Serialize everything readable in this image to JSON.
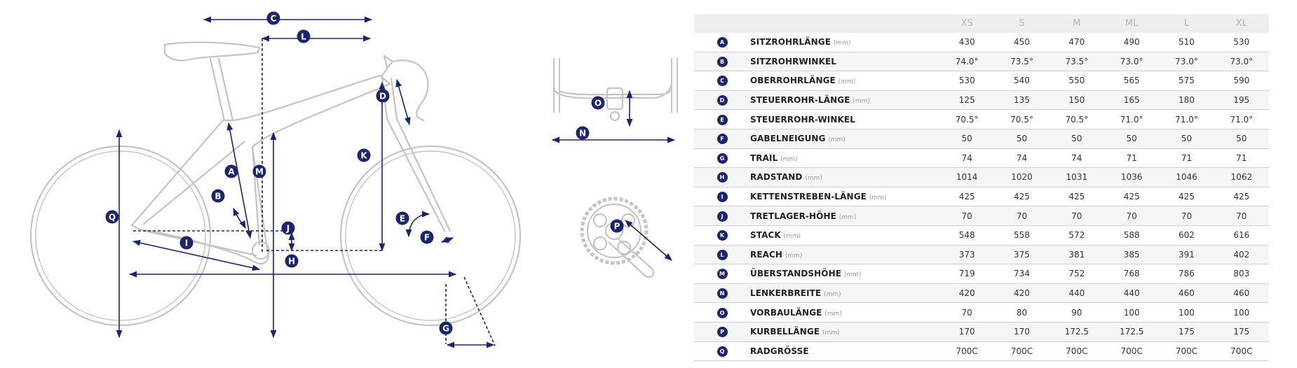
{
  "colors": {
    "accent": "#1b2470",
    "frame": "#c4c4c4",
    "header_bg": "#eeeeee"
  },
  "sizes": [
    "XS",
    "S",
    "M",
    "ML",
    "L",
    "XL"
  ],
  "rows": [
    {
      "letter": "A",
      "name": "SITZROHRLÄNGE",
      "unit": "(mm)",
      "values": [
        "430",
        "450",
        "470",
        "490",
        "510",
        "530"
      ]
    },
    {
      "letter": "B",
      "name": "SITZROHRWINKEL",
      "unit": "",
      "values": [
        "74.0°",
        "73.5°",
        "73.5°",
        "73.0°",
        "73.0°",
        "73.0°"
      ]
    },
    {
      "letter": "C",
      "name": "OBERROHRLÄNGE",
      "unit": "(mm)",
      "values": [
        "530",
        "540",
        "550",
        "565",
        "575",
        "590"
      ]
    },
    {
      "letter": "D",
      "name": "STEUERROHR-LÄNGE",
      "unit": "(mm)",
      "values": [
        "125",
        "135",
        "150",
        "165",
        "180",
        "195"
      ]
    },
    {
      "letter": "E",
      "name": "STEUERROHR-WINKEL",
      "unit": "",
      "values": [
        "70.5°",
        "70.5°",
        "70.5°",
        "71.0°",
        "71.0°",
        "71.0°"
      ]
    },
    {
      "letter": "F",
      "name": "GABELNEIGUNG",
      "unit": "(mm)",
      "values": [
        "50",
        "50",
        "50",
        "50",
        "50",
        "50"
      ]
    },
    {
      "letter": "G",
      "name": "TRAIL",
      "unit": "(mm)",
      "values": [
        "74",
        "74",
        "74",
        "71",
        "71",
        "71"
      ]
    },
    {
      "letter": "H",
      "name": "RADSTAND",
      "unit": "(mm)",
      "values": [
        "1014",
        "1020",
        "1031",
        "1036",
        "1046",
        "1062"
      ]
    },
    {
      "letter": "I",
      "name": "KETTENSTREBEN-LÄNGE",
      "unit": "(mm)",
      "values": [
        "425",
        "425",
        "425",
        "425",
        "425",
        "425"
      ]
    },
    {
      "letter": "J",
      "name": "TRETLAGER-HÖHE",
      "unit": "(mm)",
      "values": [
        "70",
        "70",
        "70",
        "70",
        "70",
        "70"
      ]
    },
    {
      "letter": "K",
      "name": "STACK",
      "unit": "(mm)",
      "values": [
        "548",
        "558",
        "572",
        "588",
        "602",
        "616"
      ]
    },
    {
      "letter": "L",
      "name": "REACH",
      "unit": "(mm)",
      "values": [
        "373",
        "375",
        "381",
        "385",
        "391",
        "402"
      ]
    },
    {
      "letter": "M",
      "name": "ÜBERSTANDSHÖHE",
      "unit": "(mm)",
      "values": [
        "719",
        "734",
        "752",
        "768",
        "786",
        "803"
      ]
    },
    {
      "letter": "N",
      "name": "LENKERBREITE",
      "unit": "(mm)",
      "values": [
        "420",
        "420",
        "440",
        "440",
        "460",
        "460"
      ]
    },
    {
      "letter": "O",
      "name": "VORBAULÄNGE",
      "unit": "(mm)",
      "values": [
        "70",
        "80",
        "90",
        "100",
        "100",
        "100"
      ]
    },
    {
      "letter": "P",
      "name": "KURBELLÄNGE",
      "unit": "(mm)",
      "values": [
        "170",
        "170",
        "172.5",
        "172.5",
        "175",
        "175"
      ]
    },
    {
      "letter": "Q",
      "name": "RADGRÖSSE",
      "unit": "",
      "values": [
        "700C",
        "700C",
        "700C",
        "700C",
        "700C",
        "700C"
      ]
    }
  ]
}
